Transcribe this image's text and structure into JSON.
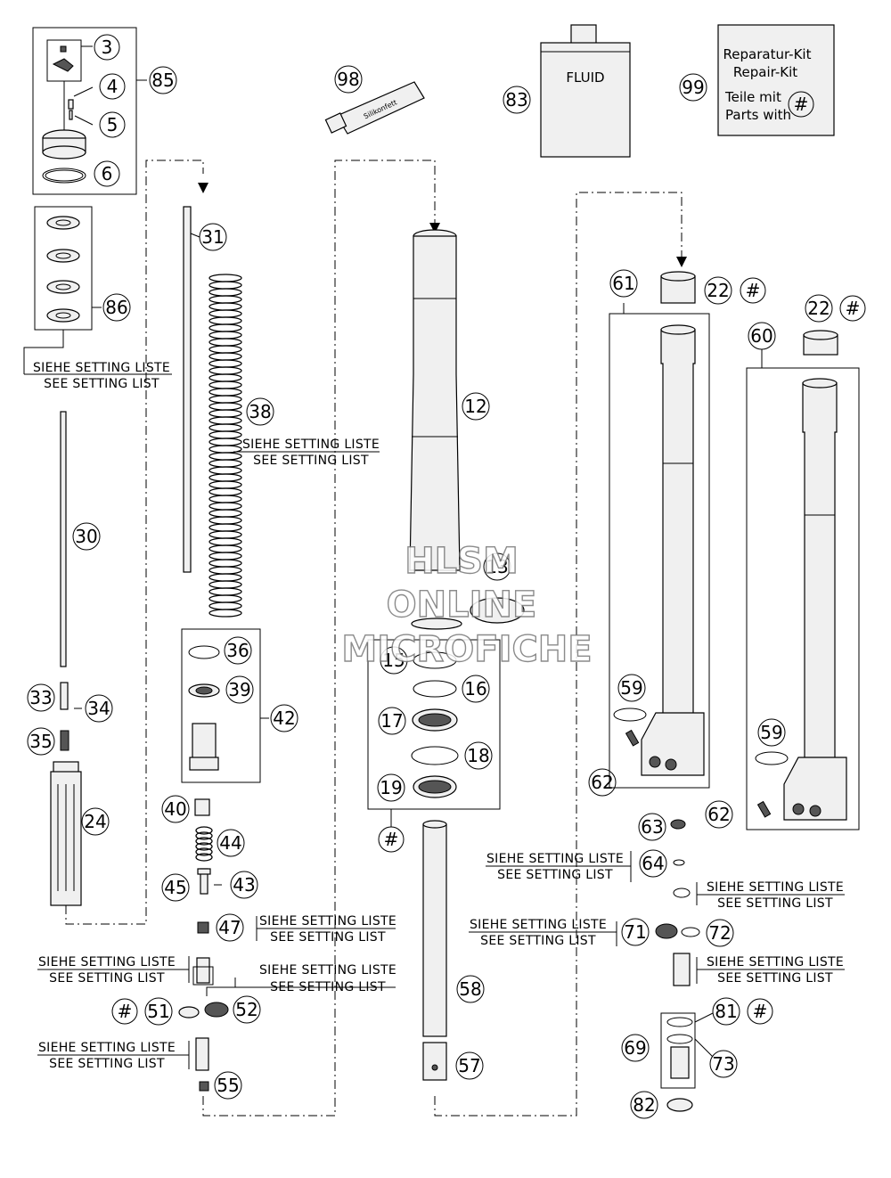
{
  "callouts": {
    "c3": "3",
    "c4": "4",
    "c5": "5",
    "c6": "6",
    "c85": "85",
    "c86": "86",
    "c98": "98",
    "c83": "83",
    "c99": "99",
    "c31": "31",
    "c38": "38",
    "c30": "30",
    "c33": "33",
    "c34": "34",
    "c35": "35",
    "c24": "24",
    "c36": "36",
    "c39": "39",
    "c42": "42",
    "c40": "40",
    "c44": "44",
    "c45": "45",
    "c43": "43",
    "c47": "47",
    "c51": "51",
    "c52": "52",
    "c55": "55",
    "c12": "12",
    "c13": "13",
    "c15": "15",
    "c16": "16",
    "c17": "17",
    "c18": "18",
    "c19": "19",
    "c58": "58",
    "c57": "57",
    "c61": "61",
    "c22a": "22",
    "c22b": "22",
    "c60": "60",
    "c59a": "59",
    "c59b": "59",
    "c62a": "62",
    "c62b": "62",
    "c63": "63",
    "c64": "64",
    "c71": "71",
    "c72": "72",
    "c81": "81",
    "c69": "69",
    "c73": "73",
    "c82": "82",
    "hash": "#"
  },
  "labels": {
    "fluid": "FLUID",
    "repair_de": "Reparatur-Kit",
    "repair_en": "Repair-Kit",
    "parts_de": "Teile mit",
    "parts_en": "Parts with",
    "tube_text": "Silikonfett",
    "setting_de": "SIEHE SETTING LISTE",
    "setting_en": "SEE SETTING LIST"
  },
  "watermark": {
    "line1": "HLSM",
    "line2": "ONLINE",
    "line3": "MICROFICHE"
  }
}
